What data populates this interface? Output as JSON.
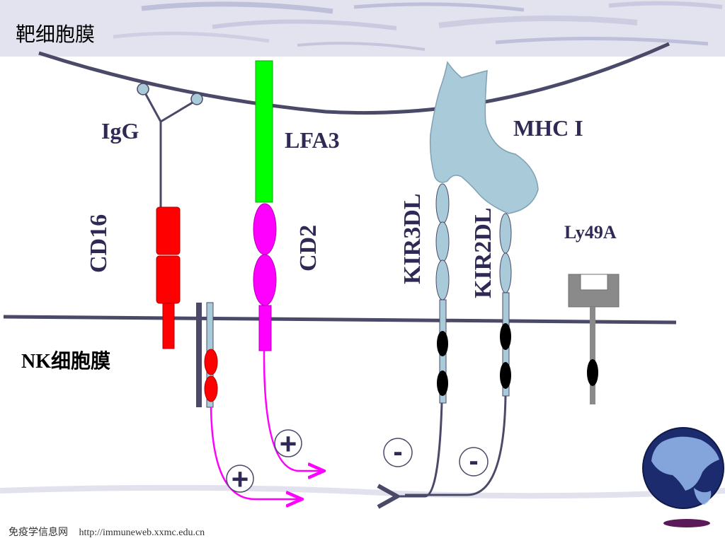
{
  "labels": {
    "target_membrane": "靶细胞膜",
    "nk_membrane": "NK细胞膜",
    "igg": "IgG",
    "lfa3": "LFA3",
    "mhc1": "MHC I",
    "cd16": "CD16",
    "cd2": "CD2",
    "kir3dl": "KIR3DL",
    "kir2dl": "KIR2DL",
    "ly49a": "Ly49A"
  },
  "signals": {
    "plus_1": "+",
    "plus_2": "+",
    "minus_1": "-",
    "minus_2": "-"
  },
  "footer": {
    "source_name": "免疫学信息网",
    "url": "http://immuneweb.xxmc.edu.cn"
  },
  "colors": {
    "membrane": "#4a4968",
    "cd16": "#ff0000",
    "cd2": "#ff00ff",
    "lfa3": "#00ff00",
    "mhc": "#a9cad8",
    "ly49a": "#8a8a8a",
    "itim": "#000000",
    "activation_arrow": "#ff00ff",
    "inhibition_arrow": "#4a4968"
  }
}
